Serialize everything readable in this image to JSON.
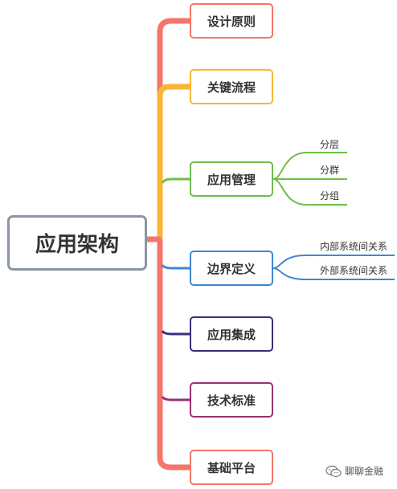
{
  "root": {
    "label": "应用架构"
  },
  "branches": [
    {
      "label": "设计原则",
      "color": "#f4766b"
    },
    {
      "label": "关键流程",
      "color": "#f9b635"
    },
    {
      "label": "应用管理",
      "color": "#6dbe4a"
    },
    {
      "label": "边界定义",
      "color": "#3f87d0"
    },
    {
      "label": "应用集成",
      "color": "#3a2f7d"
    },
    {
      "label": "技术标准",
      "color": "#9a2f74"
    },
    {
      "label": "基础平台",
      "color": "#f4766b"
    }
  ],
  "leaves": {
    "app_management": [
      "分层",
      "分群",
      "分组"
    ],
    "boundary": [
      "内部系统间关系",
      "外部系统间关系"
    ]
  },
  "watermark": {
    "icon": "wechat-icon",
    "text": "聊聊金融"
  }
}
